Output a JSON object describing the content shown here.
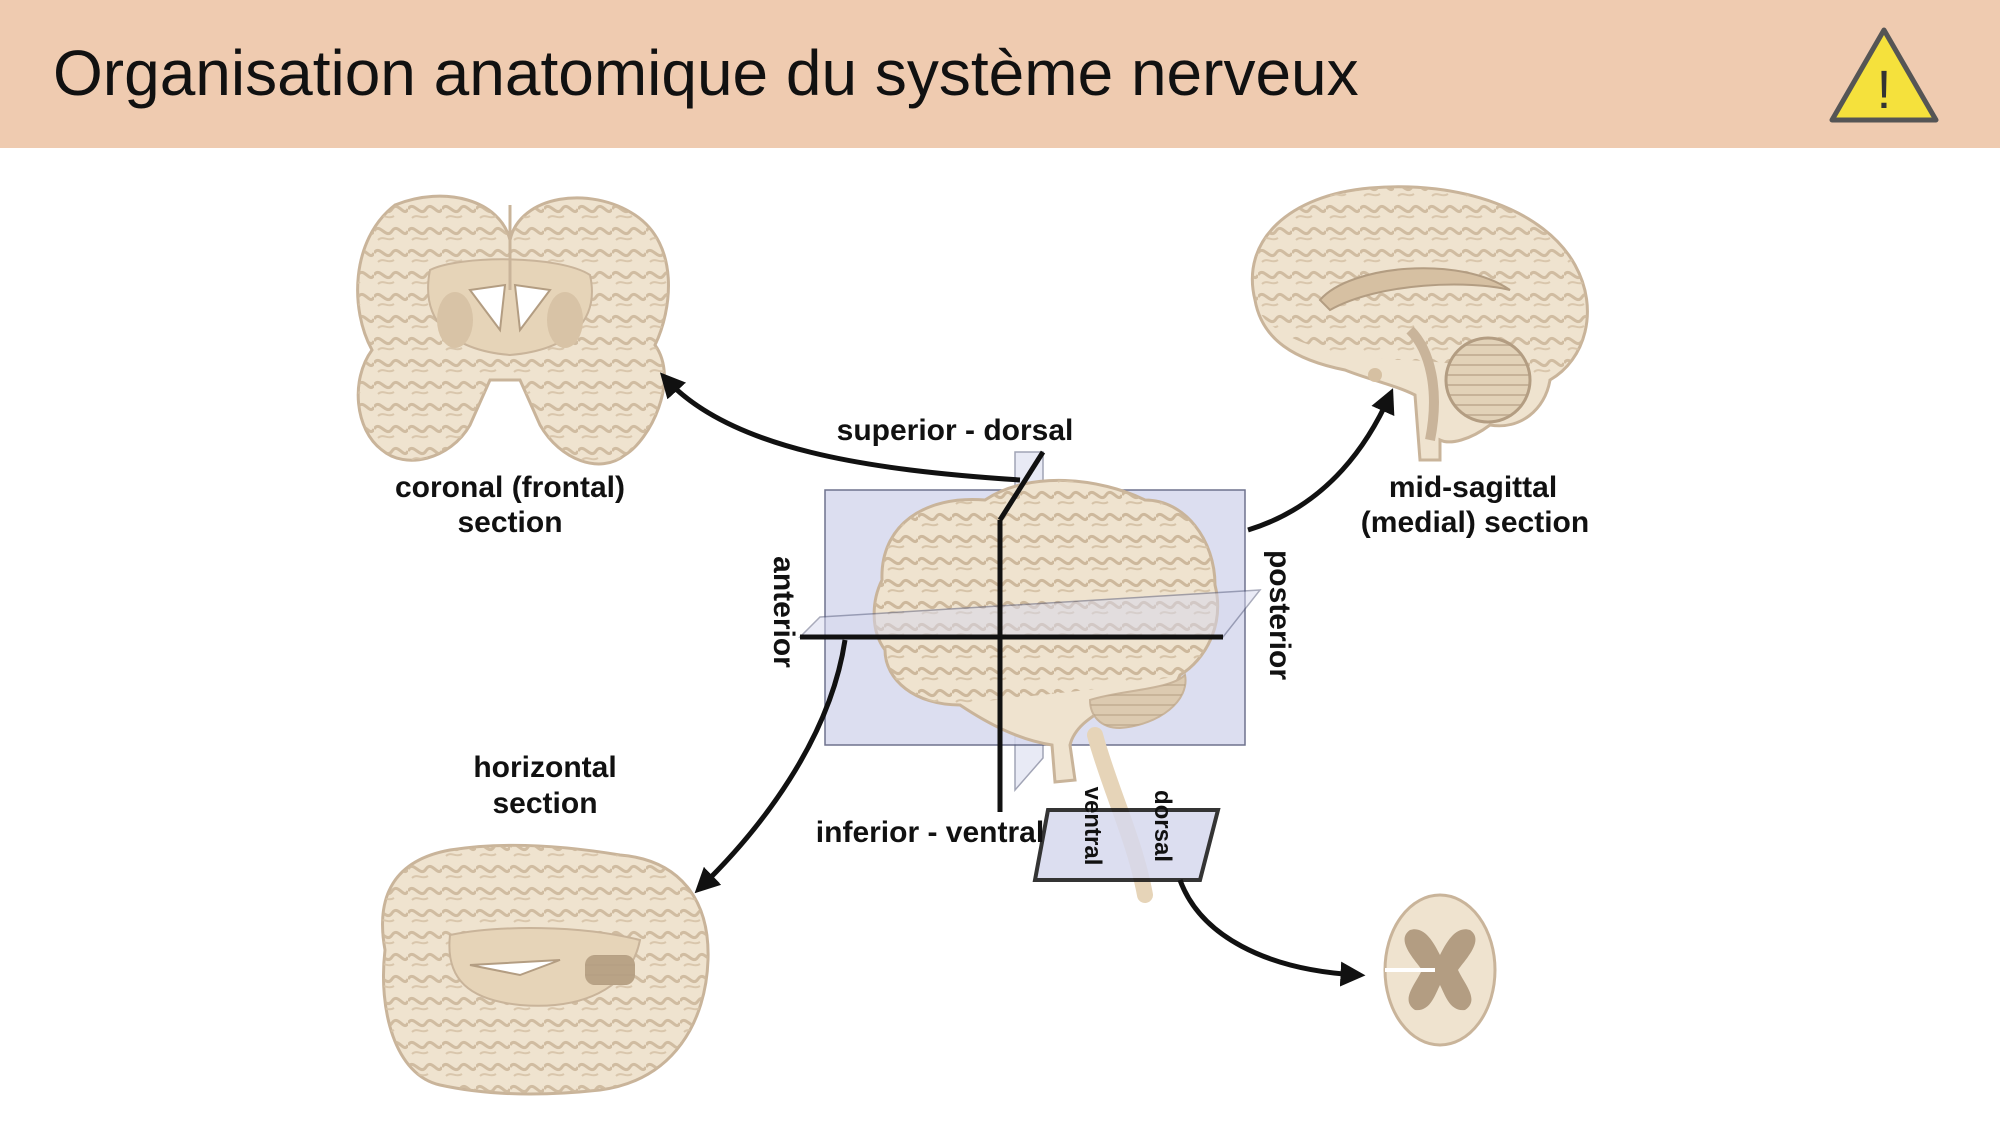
{
  "slide": {
    "title": "Organisation anatomique du système nerveux",
    "warning_icon": "warning-triangle-icon",
    "warning_symbol": "!",
    "colors": {
      "header_bg": "#efcbb0",
      "warning_fill": "#f5e13c",
      "plane_fill": "#d7d9ee",
      "brain_tissue": "#efe3cf",
      "brain_dark": "#c9b49a"
    }
  },
  "diagram": {
    "labels": {
      "superior": "superior - dorsal",
      "inferior": "inferior - ventral",
      "anterior": "anterior",
      "posterior": "posterior",
      "coronal_line1": "coronal (frontal)",
      "coronal_line2": "section",
      "sagittal_line1": "mid-sagittal",
      "sagittal_line2": "(medial) section",
      "horizontal_line1": "horizontal",
      "horizontal_line2": "section",
      "spinal_ventral": "ventral",
      "spinal_dorsal": "dorsal"
    }
  }
}
